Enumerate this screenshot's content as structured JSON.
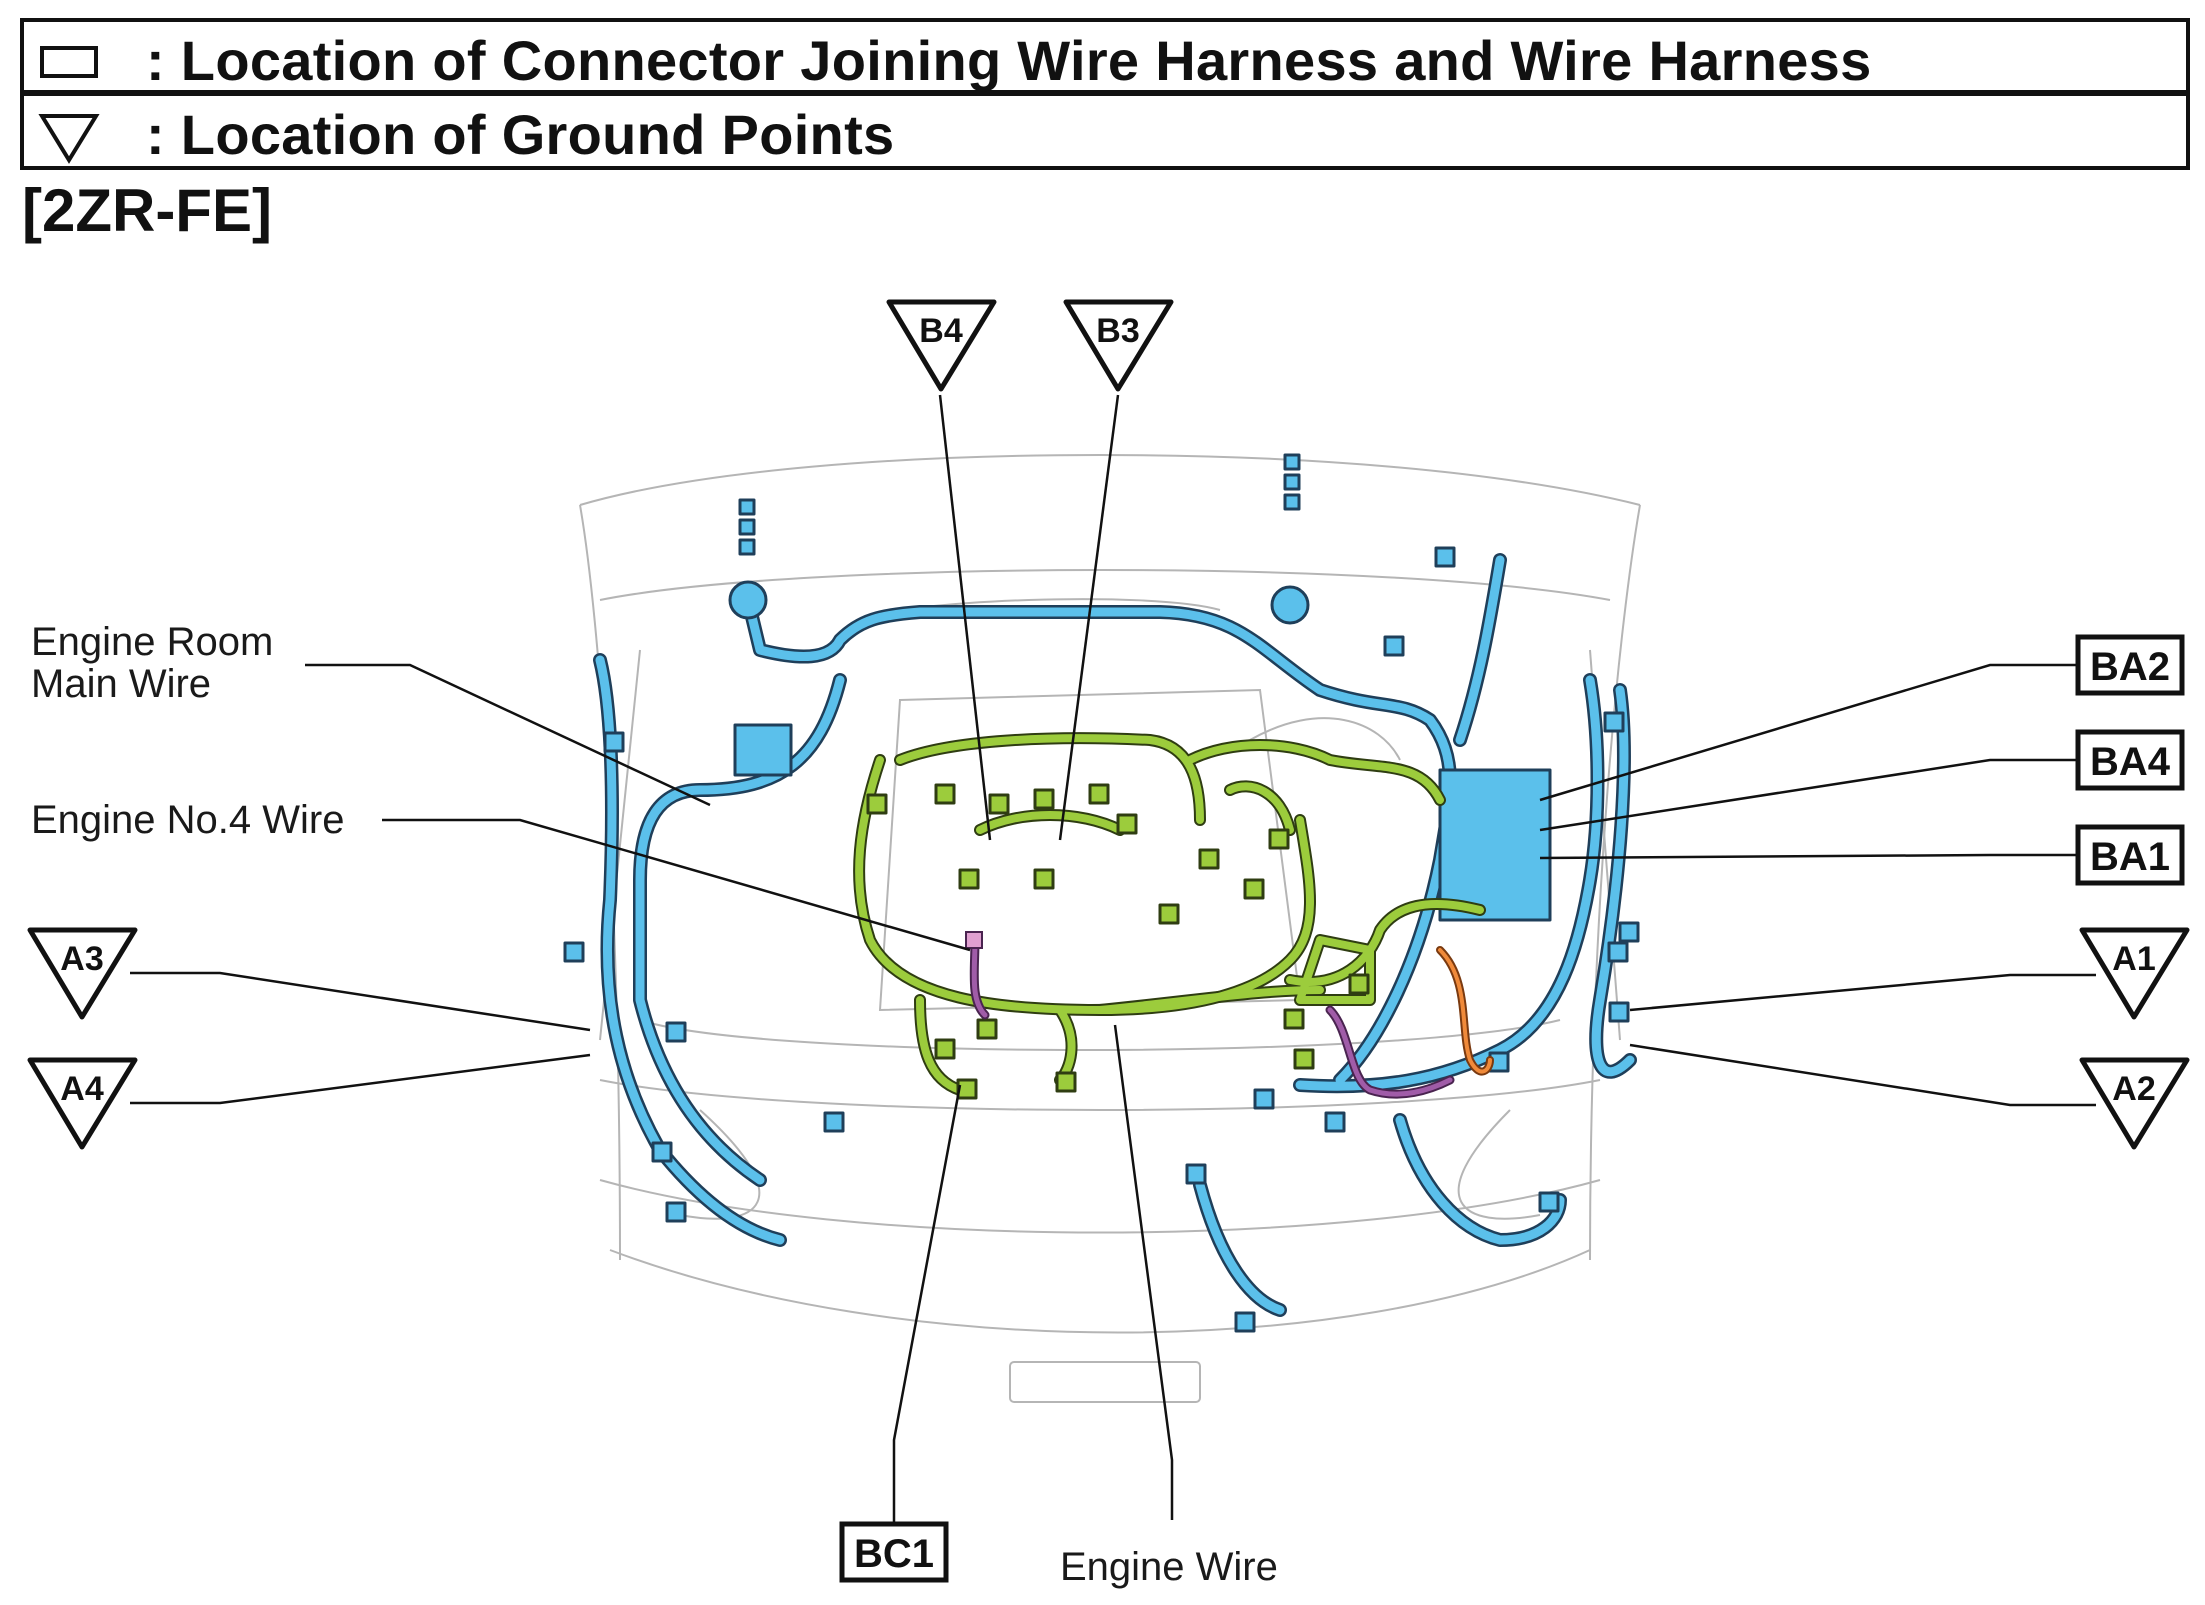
{
  "legend": {
    "connector_text": ": Location of Connector Joining Wire Harness and Wire Harness",
    "ground_text": ": Location of Ground Points"
  },
  "engine_code": "[2ZR-FE]",
  "wires": {
    "engine_room_main_line1": "Engine Room",
    "engine_room_main_line2": "Main Wire",
    "engine_no4": "Engine No.4 Wire",
    "engine": "Engine Wire"
  },
  "ground_points": {
    "b4": "B4",
    "b3": "B3",
    "a3": "A3",
    "a4": "A4",
    "a1": "A1",
    "a2": "A2"
  },
  "connectors": {
    "ba2": "BA2",
    "ba4": "BA4",
    "ba1": "BA1",
    "bc1": "BC1"
  },
  "colors": {
    "main_wire": "#5bc0eb",
    "engine_wire": "#9ccc3c",
    "no4_wire": "#a05ca8",
    "outline": "#111111"
  }
}
